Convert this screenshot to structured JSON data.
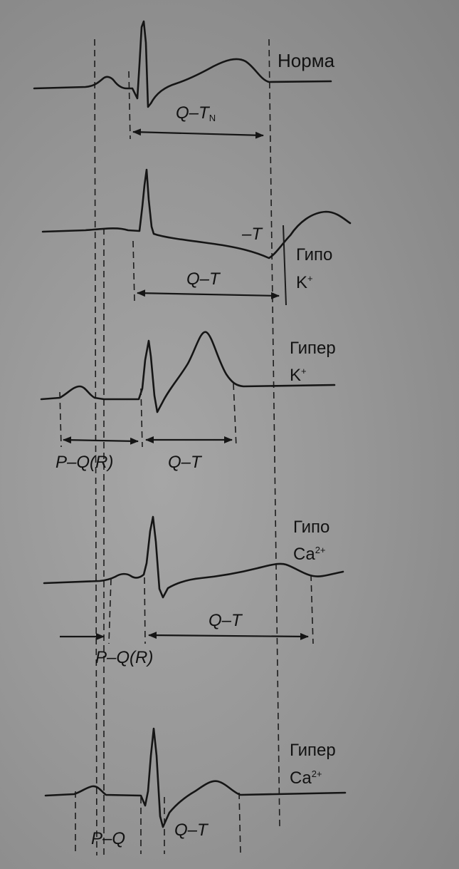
{
  "panels": [
    {
      "id": "norm",
      "condition": "Норма",
      "qt_label": "Q–T",
      "qt_sub": "N",
      "t_label": ""
    },
    {
      "id": "hypo-k",
      "condition": "Гипо",
      "ion": "K",
      "charge": "+",
      "qt_label": "Q–T",
      "t_label": "–T"
    },
    {
      "id": "hyper-k",
      "condition": "Гипер",
      "ion": "K",
      "charge": "+",
      "qt_label": "Q–T",
      "pq_label": "P–Q(R)"
    },
    {
      "id": "hypo-ca",
      "condition": "Гипо",
      "ion": "Ca",
      "charge": "2+",
      "qt_label": "Q–T",
      "pq_label": "P–Q(R)"
    },
    {
      "id": "hyper-ca",
      "condition": "Гипер",
      "ion": "Ca",
      "charge": "2+",
      "qt_label": "Q–T",
      "pq_label": "P–Q"
    }
  ],
  "colors": {
    "ink": "#151515",
    "paper": "#979797"
  }
}
